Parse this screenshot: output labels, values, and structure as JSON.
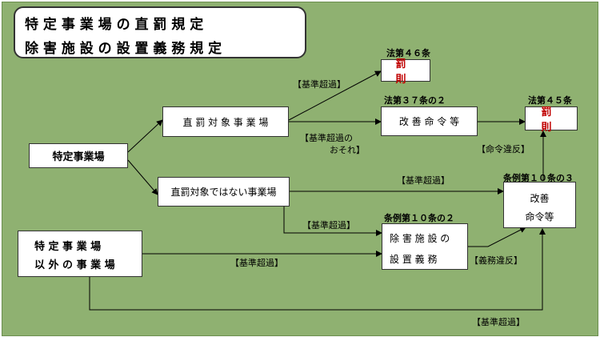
{
  "title": {
    "line1": "特 定 事 業 場 の 直 罰 規 定",
    "line2": "除 害 施 設 の 設 置 義 務 規 定"
  },
  "boxes": {
    "tokutei": "特定事業場",
    "tokutei_igai_1": "特 定 事 業 場",
    "tokutei_igai_2": "以 外 の 事 業 場",
    "chokubatsu": "直 罰 対 象 事 業 場",
    "not_chokubatsu": "直罰対象ではない事業場",
    "bassoku_top": "罰 則",
    "kaizen_top": "改 善 命 令 等",
    "bassoku_right": "罰 則",
    "kaizen_right_1": "改善",
    "kaizen_right_2": "命令等",
    "jogai_1": "除 害 施 設 の",
    "jogai_2": "設 置 義 務"
  },
  "labels": {
    "law46": "法第４６条",
    "law37": "法第３７条の２",
    "law45": "法第４５条",
    "jorei10_3": "条例第１０条の３",
    "jorei10_2": "条例第１０条の２",
    "kijun1": "【基準超過】",
    "kijun_osore_1": "【基準超過の",
    "kijun_osore_2": "おそれ】",
    "kijun2": "【基準超過】",
    "kijun3": "【基準超過】",
    "kijun4": "【基準超過】",
    "kijun5": "【基準超過】",
    "meirei_ihan": "【命令違反】",
    "gimu_ihan": "【義務違反】"
  },
  "colors": {
    "background": "#8fb171",
    "box_border": "#333333",
    "penalty_text": "#c00000",
    "line": "#000000"
  }
}
